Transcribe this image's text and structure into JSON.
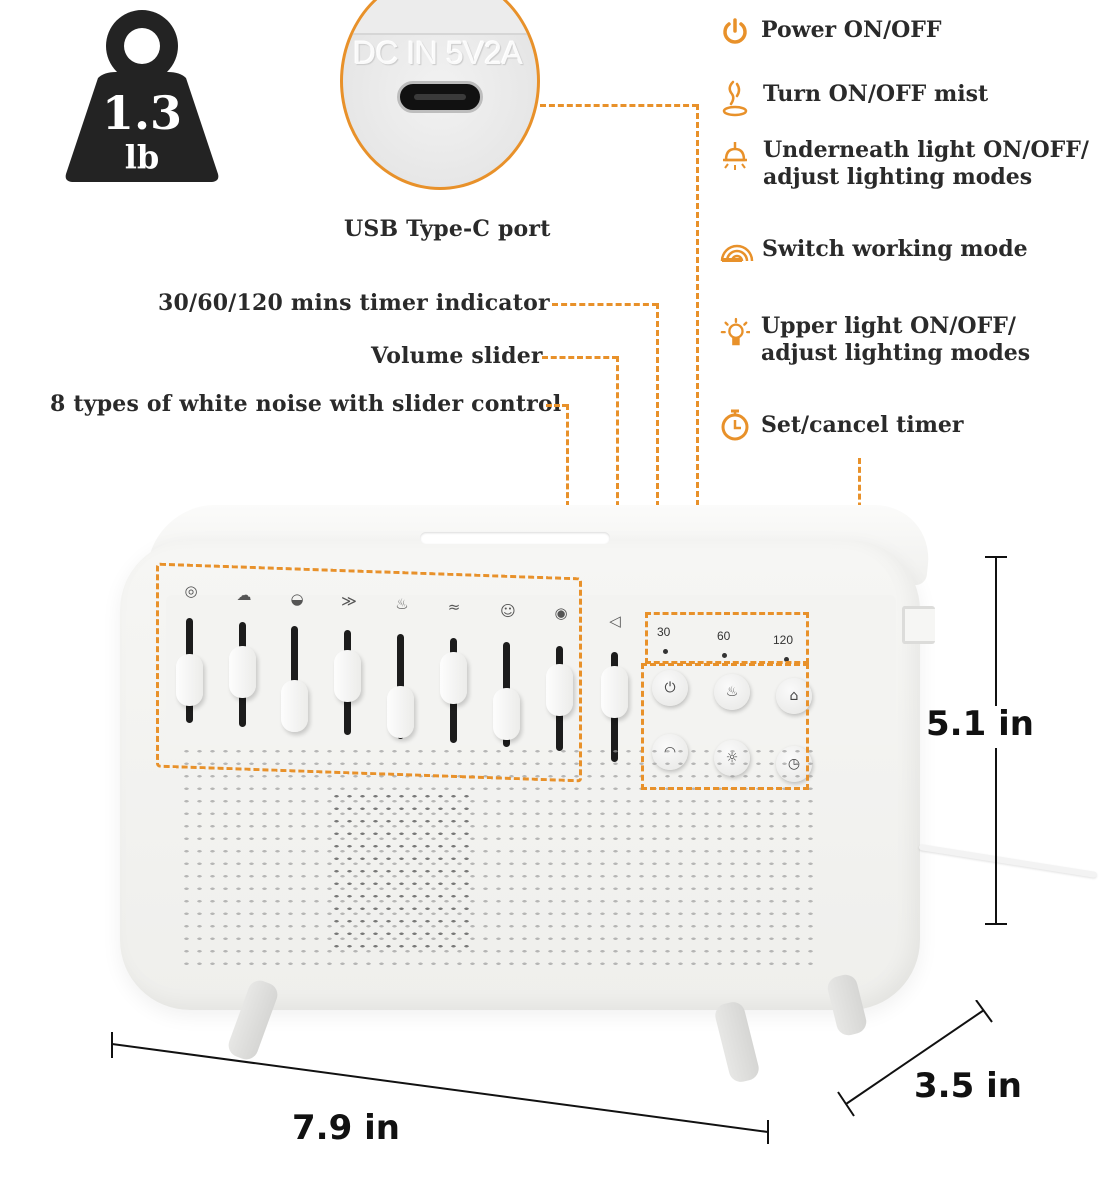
{
  "weight_badge": {
    "value": "1.3",
    "unit": "lb",
    "icon": "kettlebell-weight-icon"
  },
  "port_callout": {
    "engraving": "DC IN 5V2A",
    "caption": "USB Type-C port",
    "icon": "usb-c-port-icon"
  },
  "left_callouts": [
    {
      "label": "30/60/120 mins timer indicator"
    },
    {
      "label": "Volume slider"
    },
    {
      "label": "8 types of white noise with slider control"
    }
  ],
  "features": [
    {
      "icon": "power-icon",
      "label": "Power ON/OFF"
    },
    {
      "icon": "mist-icon",
      "label": "Turn ON/OFF mist"
    },
    {
      "icon": "ceiling-lamp-icon",
      "line1": "Underneath light ON/OFF/",
      "line2": "adjust lighting modes"
    },
    {
      "icon": "rainbow-mode-icon",
      "label": "Switch working mode"
    },
    {
      "icon": "light-bulb-icon",
      "line1": "Upper light ON/OFF/",
      "line2": "adjust lighting modes"
    },
    {
      "icon": "stopwatch-icon",
      "label": "Set/cancel timer"
    }
  ],
  "device": {
    "sound_icons": [
      {
        "name": "wind-icon",
        "glyph": "◎"
      },
      {
        "name": "thunderstorm-icon",
        "glyph": "☁"
      },
      {
        "name": "water-drop-bowl-icon",
        "glyph": "◒"
      },
      {
        "name": "bird-branch-icon",
        "glyph": "≫"
      },
      {
        "name": "fire-icon",
        "glyph": "♨"
      },
      {
        "name": "stream-icon",
        "glyph": "≈"
      },
      {
        "name": "frog-icon",
        "glyph": "☺"
      },
      {
        "name": "snail-icon",
        "glyph": "◉"
      }
    ],
    "volume_icon": {
      "name": "speaker-icon",
      "glyph": "◁"
    },
    "timer_labels": [
      "30",
      "60",
      "120"
    ],
    "buttons": [
      {
        "name": "power-button",
        "glyph": "⏻"
      },
      {
        "name": "mist-button",
        "glyph": "♨"
      },
      {
        "name": "underneath-light-button",
        "glyph": "⌂"
      },
      {
        "name": "mode-button",
        "glyph": "◠"
      },
      {
        "name": "upper-light-button",
        "glyph": "☼"
      },
      {
        "name": "timer-button",
        "glyph": "◷"
      }
    ]
  },
  "dimensions": {
    "height": "5.1 in",
    "width": "7.9 in",
    "depth": "3.5 in"
  },
  "colors": {
    "accent": "#e8912a",
    "text": "#2a2a2a",
    "badge": "#232323",
    "device": "#f3f3f1"
  }
}
